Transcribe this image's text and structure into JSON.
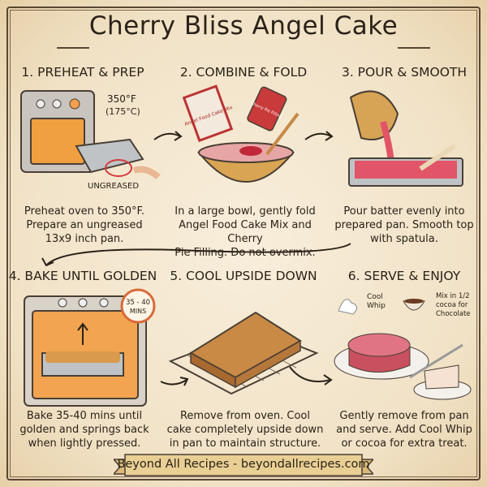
{
  "title": "Cherry Bliss Angel Cake",
  "steps": [
    {
      "heading": "1. PREHEAT & PREP",
      "description": [
        "Preheat oven to 350°F.",
        "Prepare an ungreased",
        "13x9 inch pan."
      ],
      "labels": {
        "temp_f": "350°F",
        "temp_c": "(175°C)",
        "pan_note": "UNGREASED"
      }
    },
    {
      "heading": "2. COMBINE & FOLD",
      "description": [
        "In a large bowl, gently fold",
        "Angel Food Cake Mix and Cherry",
        "Pie Filling. Do not overmix."
      ],
      "labels": {
        "box": "Angel Food Cake Mix",
        "can": "Cherry Pie Filling"
      }
    },
    {
      "heading": "3. POUR & SMOOTH",
      "description": [
        "Pour batter evenly into",
        "prepared pan. Smooth top",
        "with spatula."
      ]
    },
    {
      "heading": "4. BAKE UNTIL GOLDEN",
      "description": [
        "Bake 35-40 mins until",
        "golden and springs back",
        "when lightly pressed."
      ],
      "labels": {
        "timer_top": "35 - 40",
        "timer_bottom": "MINS"
      }
    },
    {
      "heading": "5. COOL UPSIDE DOWN",
      "description": [
        "Remove from oven. Cool",
        "cake completely upside down",
        "in pan to maintain structure."
      ]
    },
    {
      "heading": "6. SERVE & ENJOY",
      "description": [
        "Gently remove from pan",
        "and serve. Add Cool Whip",
        "or cocoa for extra treat."
      ],
      "labels": {
        "whip": [
          "Cool",
          "Whip"
        ],
        "cocoa": [
          "Mix in 1/2",
          "cocoa for",
          "Chocolate"
        ]
      }
    }
  ],
  "footer": "Beyond All Recipes - beyondallrecipes.com",
  "colors": {
    "paper": "#f3e6cd",
    "ink": "#2b2218",
    "cherry": "#d9465a",
    "cake": "#c98a45",
    "banner": "#e9cf94"
  }
}
